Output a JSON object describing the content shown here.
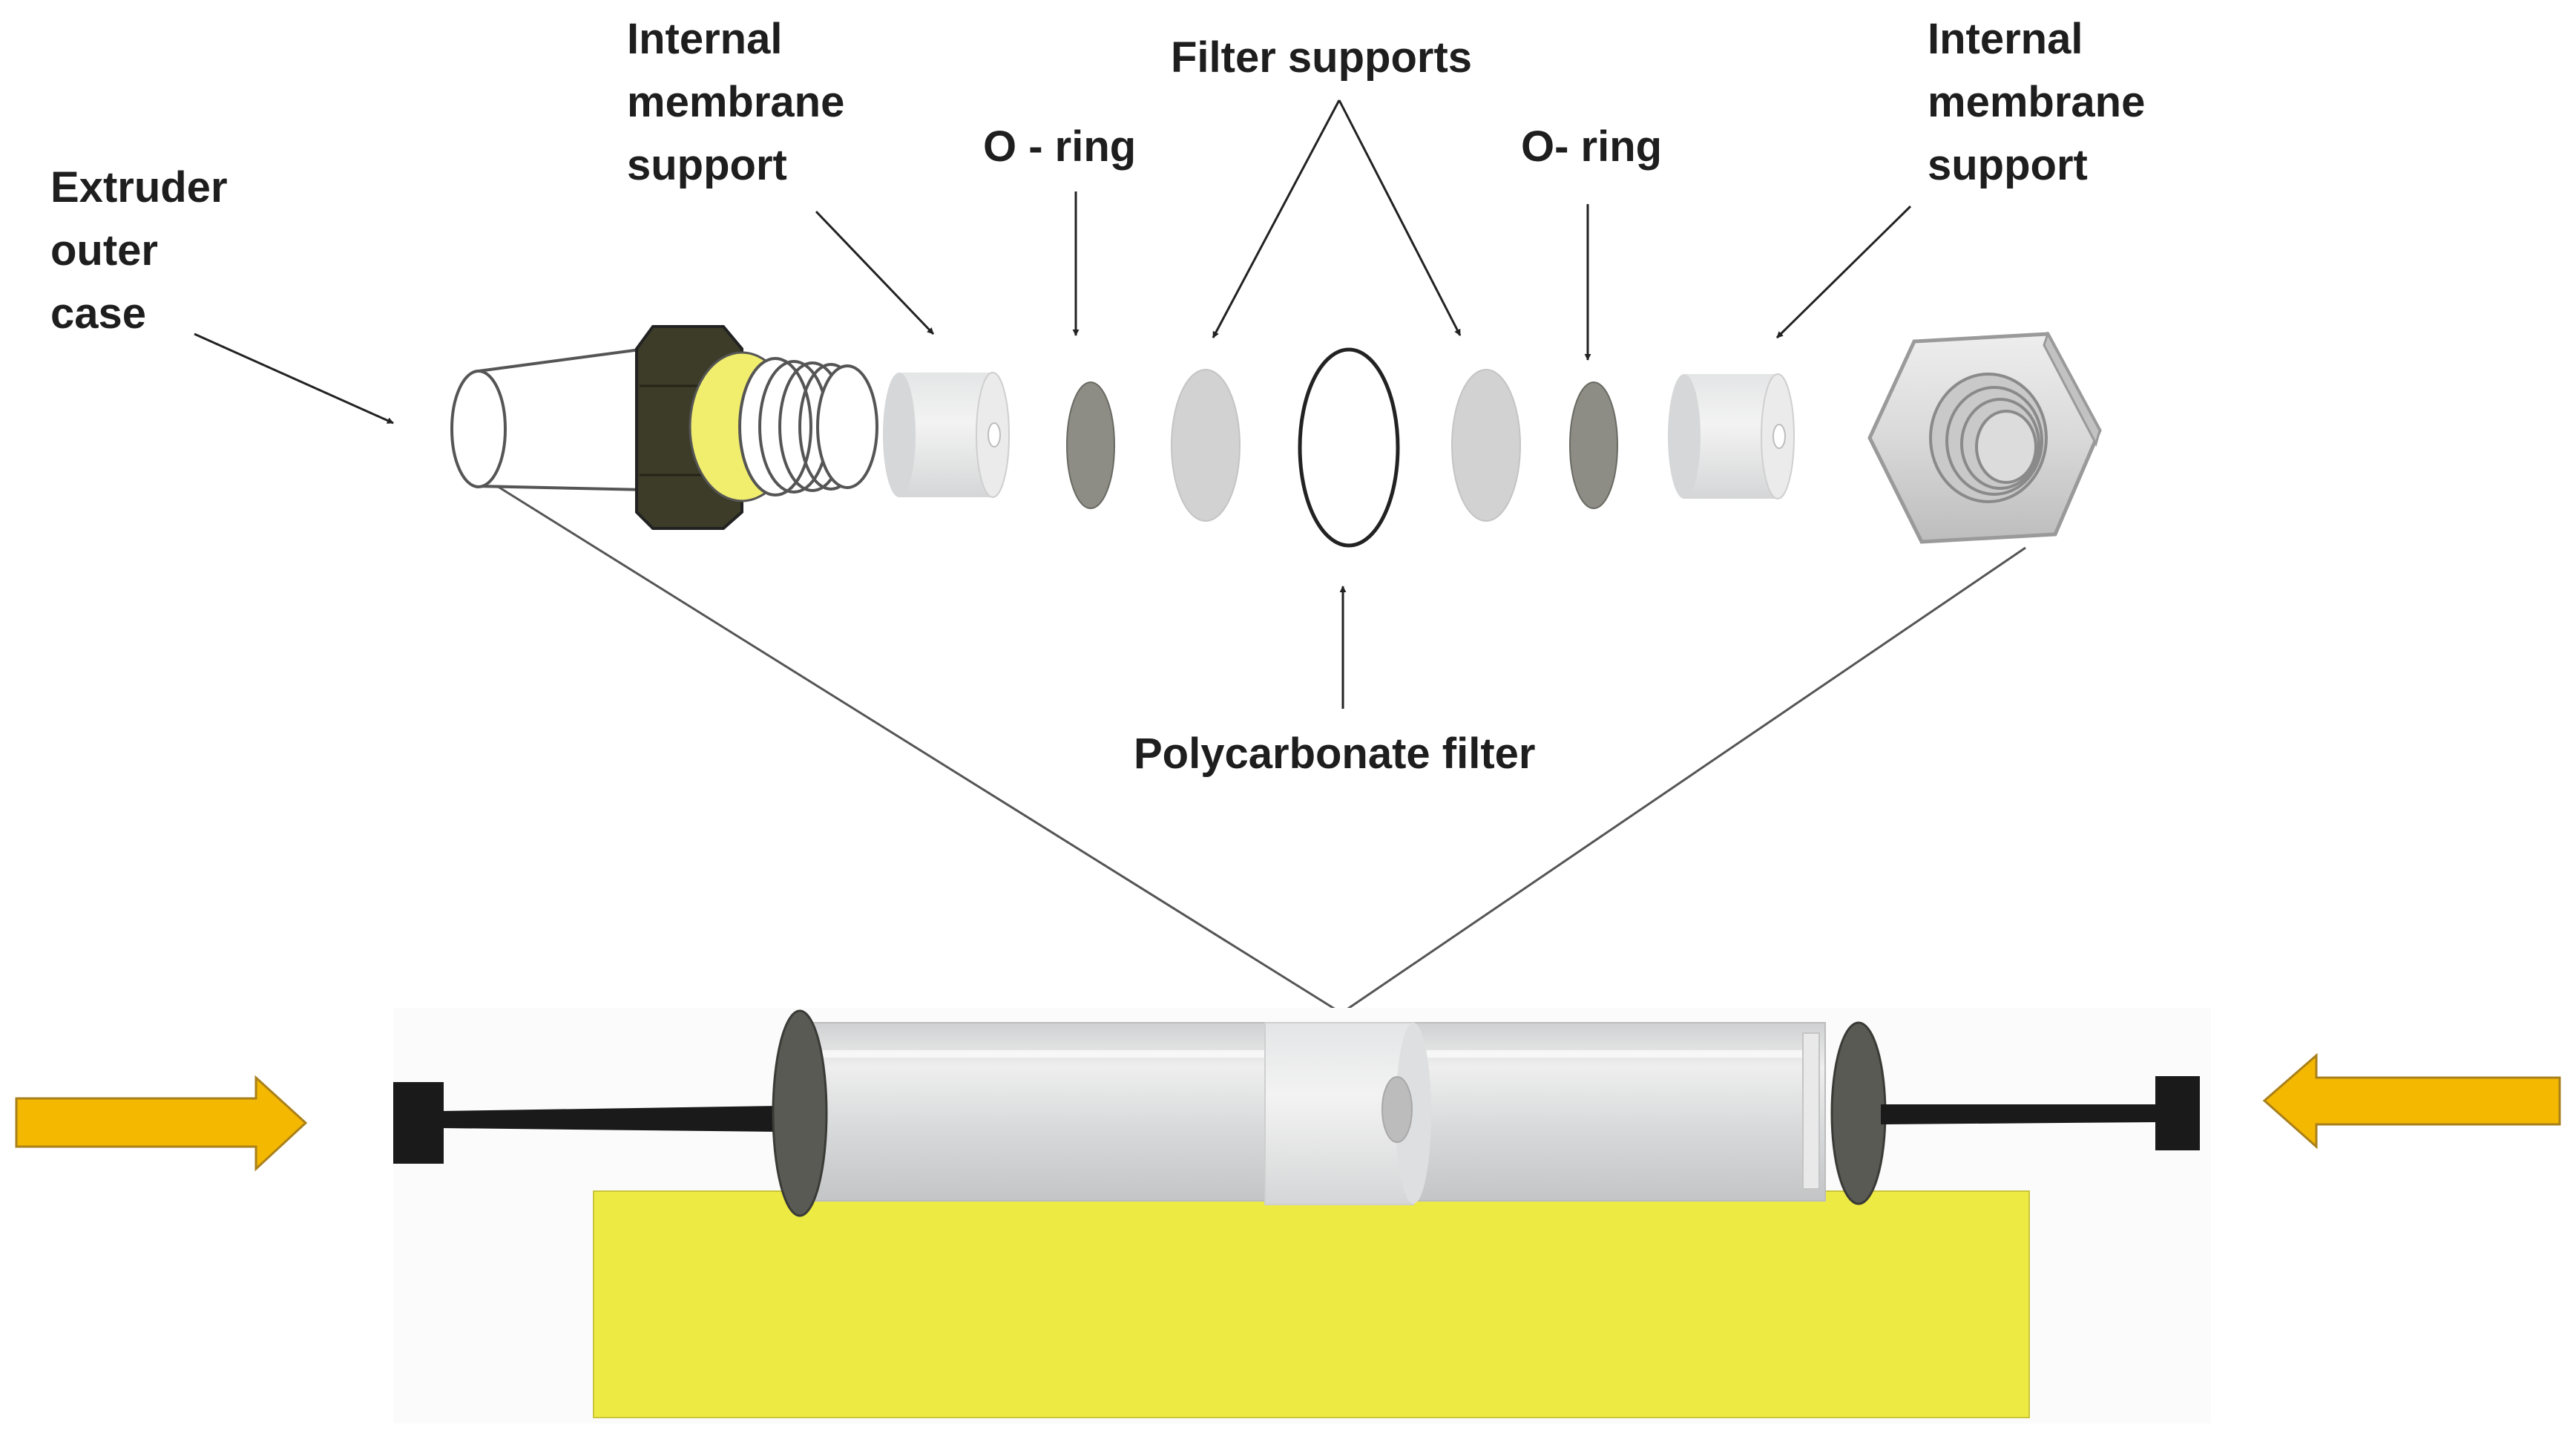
{
  "labels": {
    "extruder_outer_case": [
      "Extruder",
      "outer",
      "case"
    ],
    "internal_membrane_support_left": [
      "Internal",
      "membrane",
      "support"
    ],
    "o_ring_left": "O - ring",
    "filter_supports": "Filter supports",
    "o_ring_right": "O- ring",
    "internal_membrane_support_right": [
      "Internal",
      "membrane",
      "support"
    ],
    "polycarbonate_filter": "Polycarbonate filter"
  },
  "colors": {
    "stand": "#eeea44",
    "arrow": "#f5b800",
    "cap_yellow": "#f1ee6e",
    "nut_dark": "#3d3c28",
    "syringe_body": "#d9dadb",
    "o_ring": "#8d8d86",
    "filter_support": "#d2d2d2",
    "plunger": "#1a1a1a"
  },
  "icons": {
    "push_arrows": "right-arrow / left-arrow"
  }
}
